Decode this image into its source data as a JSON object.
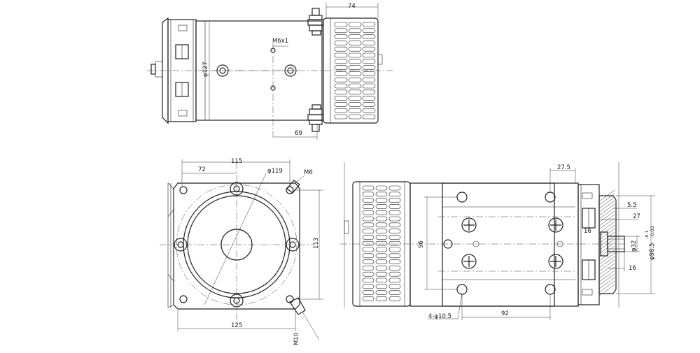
{
  "dimensions": {
    "top_width": "74",
    "top_diameter": "φ127",
    "top_thread": "M6x1",
    "top_offset": "69",
    "front_width": "115",
    "front_hole_pos": "72",
    "front_circle": "φ119",
    "front_thread_top": "M6",
    "front_height": "113",
    "front_base": "125",
    "front_thread_bottom": "M10",
    "side_width": "27.5",
    "side_height": "96",
    "side_holes": "4-φ10.5",
    "side_hole_spacing": "92",
    "shaft_flange": "5.5",
    "shaft_length": "27",
    "shaft_key_top": "16",
    "shaft_key_bottom": "16",
    "shaft_diameter": "φ32",
    "pilot_diameter": "φ98.5",
    "pilot_tol_upper": "-0.1",
    "pilot_tol_lower": "-0.03"
  }
}
